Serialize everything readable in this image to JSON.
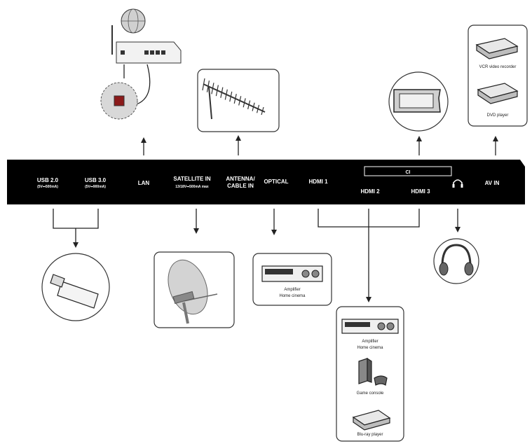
{
  "panel": {
    "ports": {
      "usb2": {
        "label": "USB 2.0",
        "spec": "(5V⎓500mA)"
      },
      "usb3": {
        "label": "USB 3.0",
        "spec": "(5V⎓900mA)"
      },
      "lan": "LAN",
      "satellite": {
        "label": "SATELLITE IN",
        "spec": "13/18V⎓500mA max"
      },
      "antenna": {
        "line1": "ANTENNA/",
        "line2": "CABLE IN"
      },
      "optical": "OPTICAL",
      "hdmi1": "HDMI 1",
      "hdmi2": "HDMI 2",
      "hdmi3": "HDMI 3",
      "ci": "CI",
      "headphone_icon": "headphone-symbol",
      "avin": "AV IN"
    },
    "colors": {
      "panel": "#000000",
      "panel_text": "#ffffff",
      "accent": "#d8d8d8"
    }
  },
  "devices": {
    "av_box": {
      "vcr": "VCR video recorder",
      "dvd": "DVD player"
    },
    "optical_box": {
      "line1": "Amplifier",
      "line2": "Home cinema"
    },
    "hdmi_box": {
      "amp_line1": "Amplifier",
      "amp_line2": "Home cinema",
      "console": "Game console",
      "bluray": "Blu-ray player"
    }
  }
}
